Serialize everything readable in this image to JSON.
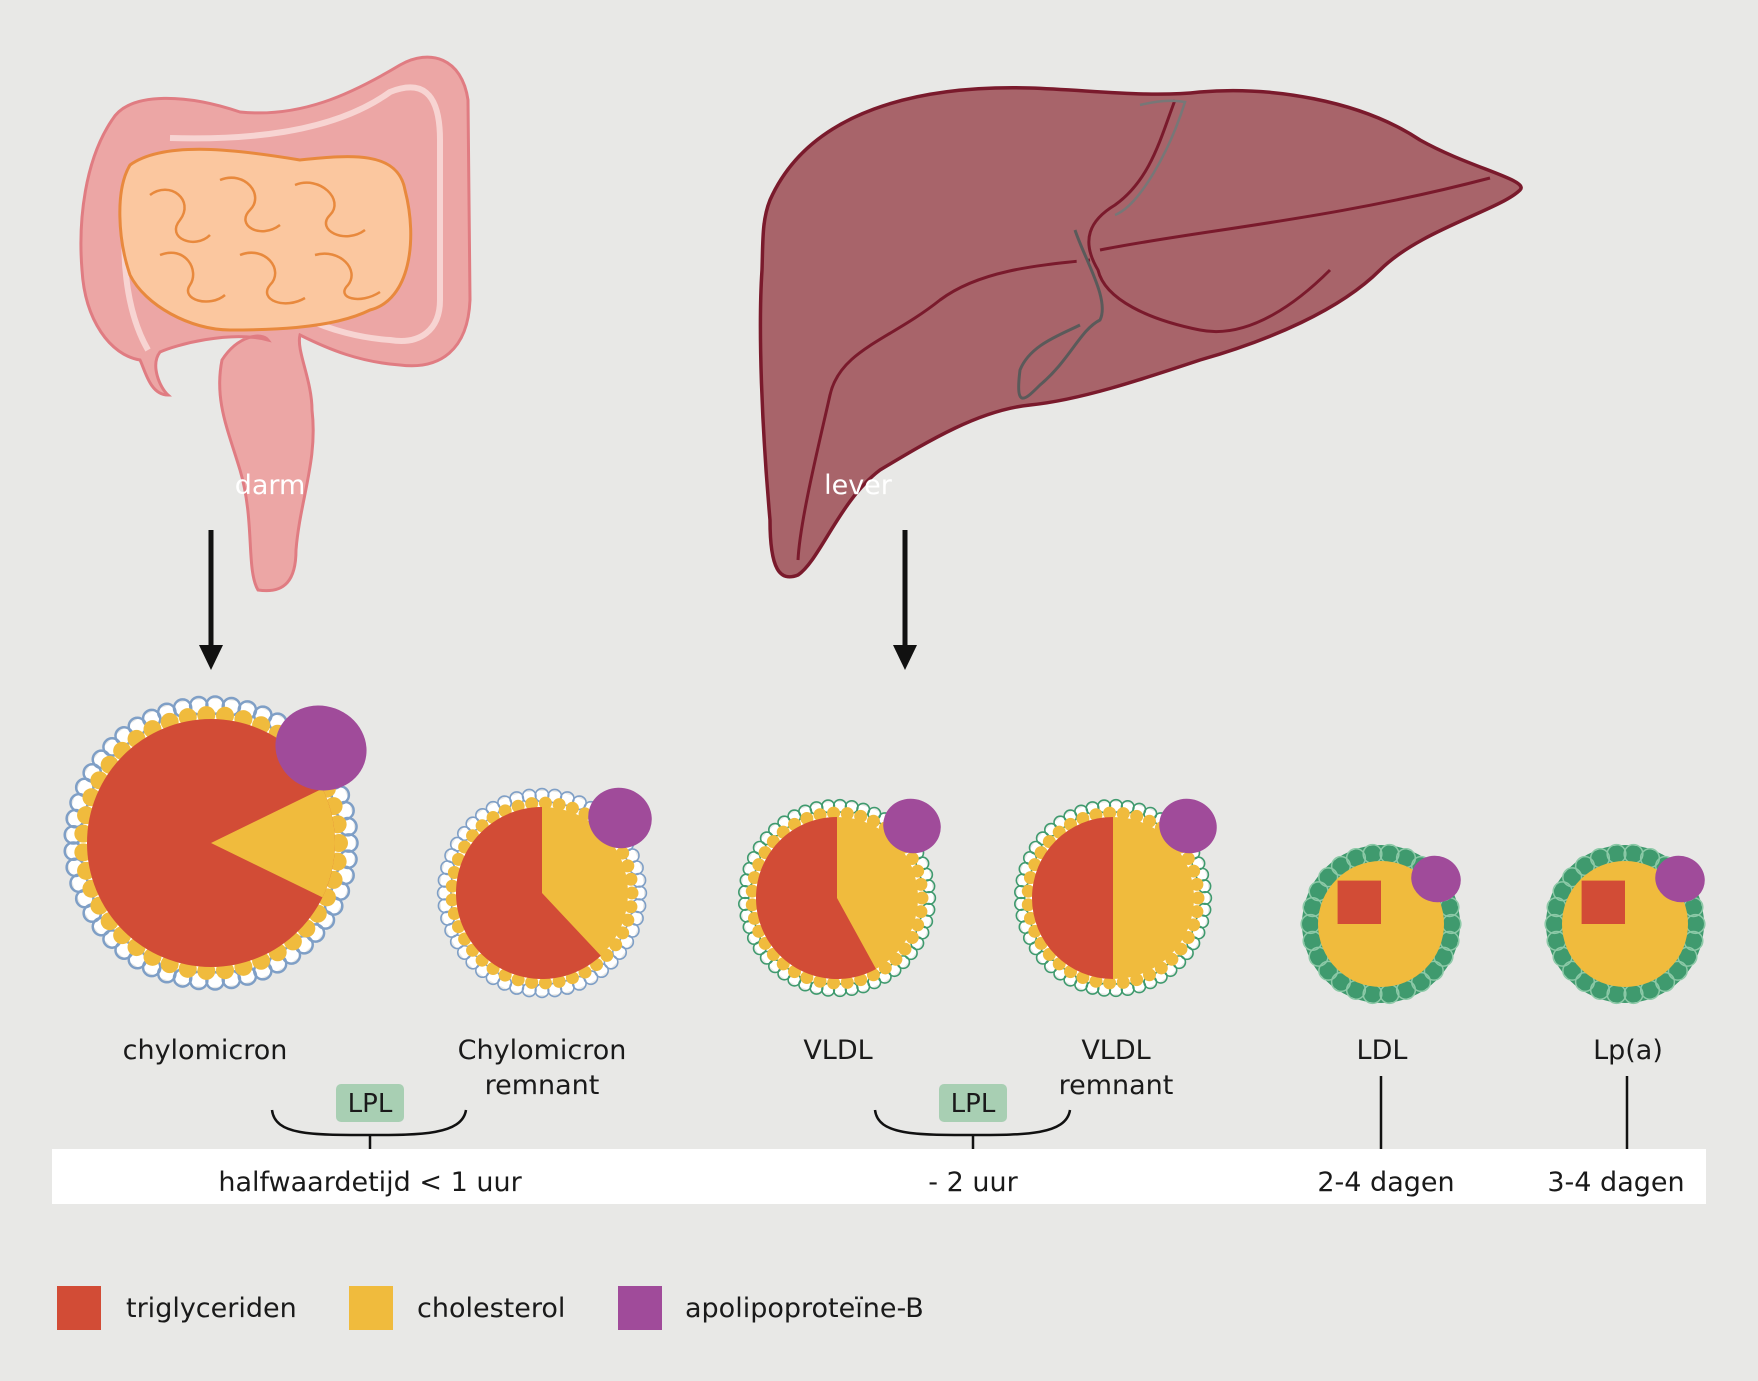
{
  "organs": {
    "intestine": {
      "label": "darm"
    },
    "liver": {
      "label": "lever"
    }
  },
  "particles": [
    {
      "id": "chylomicron",
      "label_lines": [
        "chylomicron"
      ],
      "triglycerides_pct": 90,
      "cholesterol_pct": 10
    },
    {
      "id": "chylomicron-remnant",
      "label_lines": [
        "Chylomicron",
        "remnant"
      ],
      "triglycerides_pct": 62,
      "cholesterol_pct": 38
    },
    {
      "id": "vldl",
      "label_lines": [
        "VLDL"
      ],
      "triglycerides_pct": 58,
      "cholesterol_pct": 42
    },
    {
      "id": "vldl-remnant",
      "label_lines": [
        "VLDL",
        "remnant"
      ],
      "triglycerides_pct": 50,
      "cholesterol_pct": 50
    },
    {
      "id": "ldl",
      "label_lines": [
        "LDL"
      ],
      "triglycerides_pct": 25,
      "cholesterol_pct": 75
    },
    {
      "id": "lpa",
      "label_lines": [
        "Lp(a)"
      ],
      "triglycerides_pct": 25,
      "cholesterol_pct": 75
    }
  ],
  "enzymes": [
    {
      "id": "lpl-1",
      "label": "LPL"
    },
    {
      "id": "lpl-2",
      "label": "LPL"
    }
  ],
  "halflives": [
    {
      "id": "hl-chylo",
      "label": "halfwaardetijd < 1 uur"
    },
    {
      "id": "hl-vldl",
      "label": "- 2 uur"
    },
    {
      "id": "hl-ldl",
      "label": "2-4 dagen"
    },
    {
      "id": "hl-lpa",
      "label": "3-4 dagen"
    }
  ],
  "legend": [
    {
      "id": "triglyceriden",
      "label": "triglyceriden",
      "color": "#d24c36"
    },
    {
      "id": "cholesterol",
      "label": "cholesterol",
      "color": "#f0bb3d"
    },
    {
      "id": "apob",
      "label": "apolipoproteïne-B",
      "color": "#a04b9a"
    }
  ],
  "colors": {
    "triglycerides": "#d24c36",
    "cholesterol": "#f0bb3d",
    "apob": "#a04b9a",
    "membrane_blue": "#7f9fc6",
    "membrane_green": "#3f9a6e",
    "lpl_badge": "#a8cfb3",
    "liver": "#a8646a",
    "liver_outline": "#7a1a2c",
    "intestine": "#eca6a5",
    "small_intestine": "#fbc79f"
  }
}
